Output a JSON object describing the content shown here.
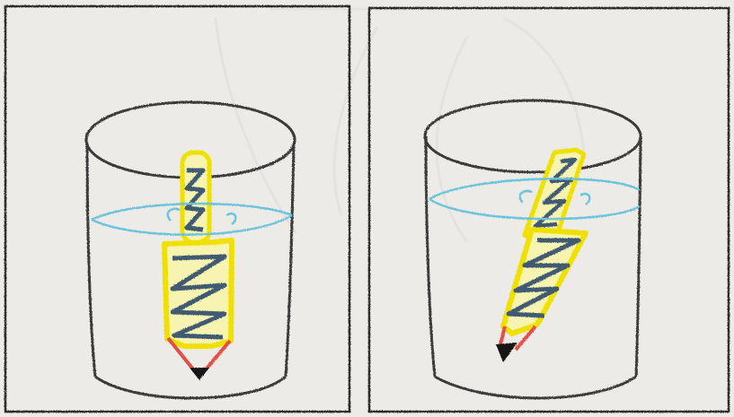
{
  "colors": {
    "paper": "#ecebe7",
    "bleed": "#d9d5d2",
    "frame": "#2b2b2b",
    "glass": "#3a3a3a",
    "water": "#6cc4dc",
    "pencil_outline": "#f0e000",
    "pencil_fill": "#f7f3b0",
    "zigzag": "#3f5a72",
    "wood": "#e0504a",
    "lead": "#151515"
  },
  "panels": [
    {
      "name": "left-panel",
      "pencil": "broken-at-water",
      "description_icon": "pencil-in-glass-icon"
    },
    {
      "name": "right-panel",
      "pencil": "slanted-shifted-at-water",
      "description_icon": "pencil-in-glass-icon"
    }
  ]
}
